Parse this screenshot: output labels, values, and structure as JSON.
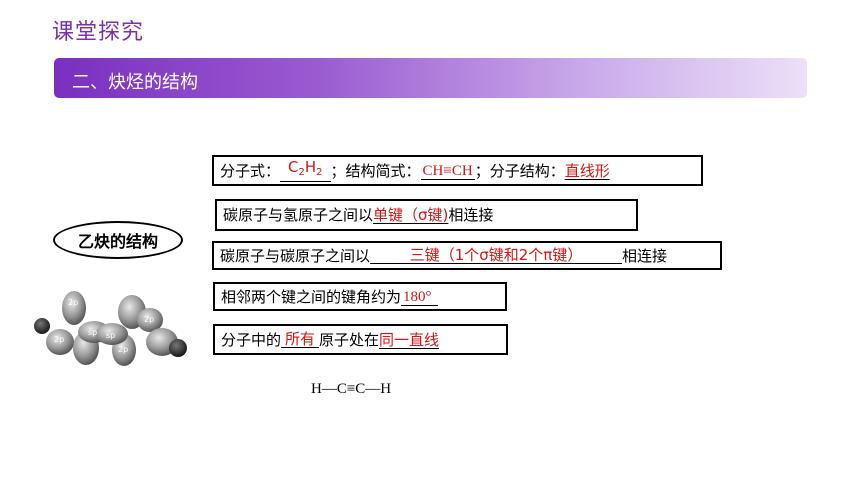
{
  "header": {
    "title": "课堂探究"
  },
  "section": {
    "title": "二、炔烃的结构"
  },
  "label": {
    "text": "乙炔的结构"
  },
  "rows": {
    "r1": {
      "p1": "分子式：",
      "ans1_main": "C",
      "ans1_sub1": "2",
      "ans1_mid": "H",
      "ans1_sub2": "2",
      "p2": "；结构简式：",
      "ans2": "CH≡CH",
      "p3": "；分子结构：",
      "ans3": "直线形"
    },
    "r2": {
      "p1": "碳原子与氢原子之间以",
      "ans": "单键（σ键)",
      "p2": "相连接"
    },
    "r3": {
      "p1": "碳原子与碳原子之间以",
      "ans": "三键（1个σ键和2个π键）",
      "p2": "相连接"
    },
    "r4": {
      "p1": "相邻两个键之间的键角约为",
      "ans": "180°"
    },
    "r5": {
      "p1": "分子中的",
      "ans1": "所有",
      "p2": "原子处在",
      "ans2": "同一直线"
    }
  },
  "formula": {
    "text": "H—C≡C—H"
  },
  "model": {
    "orbital_labels": [
      "2p",
      "2p",
      "sp",
      "sp",
      "2p",
      "2p"
    ]
  },
  "colors": {
    "accent": "#7a2fb5",
    "answer": "#d91414"
  }
}
